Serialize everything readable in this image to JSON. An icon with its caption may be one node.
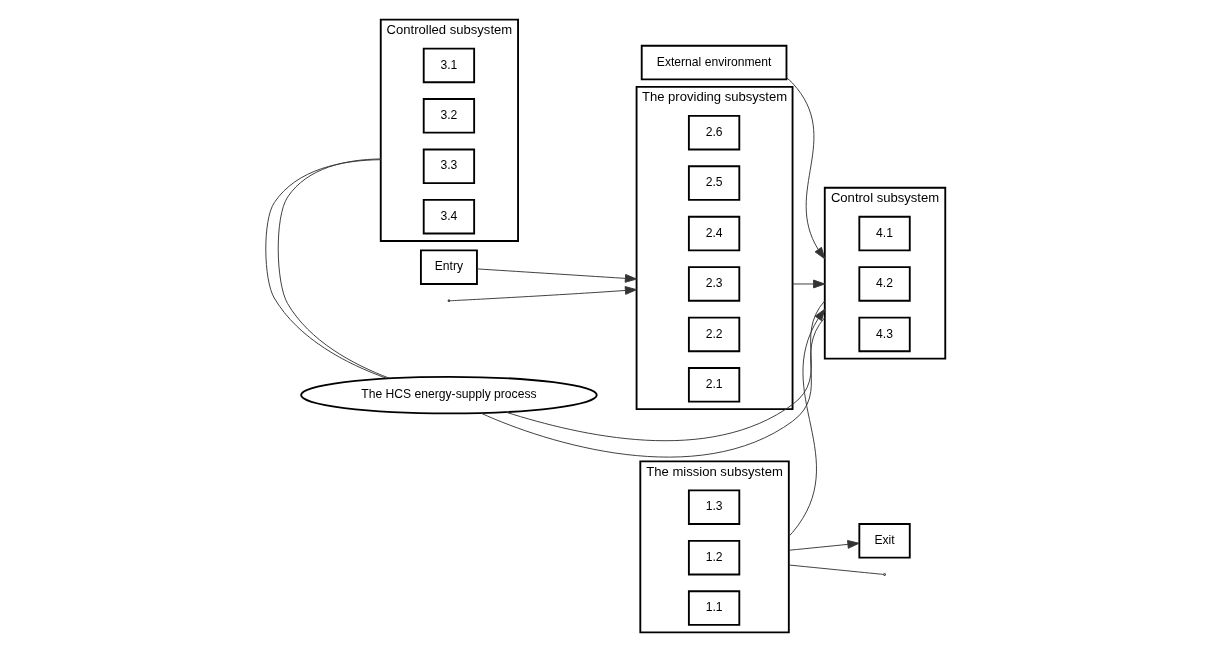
{
  "diagram": {
    "nodes": [
      {
        "text": [
          "External environment"
        ]
      },
      {
        "text": [
          "Entry"
        ]
      },
      {
        "text": [
          "The providing subsystem"
        ]
      },
      {
        "text": [
          "2.6"
        ],
        "in": 2
      },
      {
        "text": [
          "2.5"
        ],
        "in": 2
      },
      {
        "text": [
          "2.4"
        ],
        "in": 2
      },
      {
        "text": [
          "2.3"
        ],
        "in": 2
      },
      {
        "text": [
          "2.2"
        ],
        "in": 2
      },
      {
        "text": [
          "2.1"
        ],
        "in": 2
      },
      {
        "text": [
          "Control subsystem"
        ]
      },
      {
        "text": [
          "4.1"
        ],
        "in": 9
      },
      {
        "text": [
          "4.2"
        ],
        "in": 9
      },
      {
        "text": [
          "4.3"
        ],
        "in": 9
      },
      {
        "text": [
          "The HCS energy-supply process"
        ]
      },
      {
        "text": [
          "Controlled subsystem"
        ]
      },
      {
        "text": [
          "3.1"
        ],
        "in": 14
      },
      {
        "text": [
          "3.2"
        ],
        "in": 14
      },
      {
        "text": [
          "3.3"
        ],
        "in": 14
      },
      {
        "text": [
          "3.4"
        ],
        "in": 14
      },
      {
        "text": [
          "The mission subsystem"
        ]
      },
      {
        "text": [
          "1.3"
        ],
        "in": 19
      },
      {
        "text": [
          "1.2"
        ],
        "in": 19
      },
      {
        "text": [
          "1.1"
        ],
        "in": 19
      },
      {
        "text": [
          "Exit"
        ]
      }
    ],
    "edges": [
      {
        "from": 0,
        "to": 9,
        "arrow": "to"
      },
      {
        "from": 1,
        "to": 2,
        "arrow": "to"
      },
      {
        "from": null,
        "to": 2,
        "arrow": "to"
      },
      {
        "from": 2,
        "to": 9,
        "arrow": "to"
      },
      {
        "from": 19,
        "to": 9,
        "arrow": "to"
      },
      {
        "from": 13,
        "to": 9,
        "arrow": "none"
      },
      {
        "from": 13,
        "to": 14,
        "arrow": "none"
      },
      {
        "from": 13,
        "to": 9,
        "arrow": "none"
      },
      {
        "from": 13,
        "to": 14,
        "arrow": "none"
      },
      {
        "from": 19,
        "to": 23,
        "arrow": "to"
      },
      {
        "from": 19,
        "to": null,
        "arrow": "none"
      }
    ]
  }
}
